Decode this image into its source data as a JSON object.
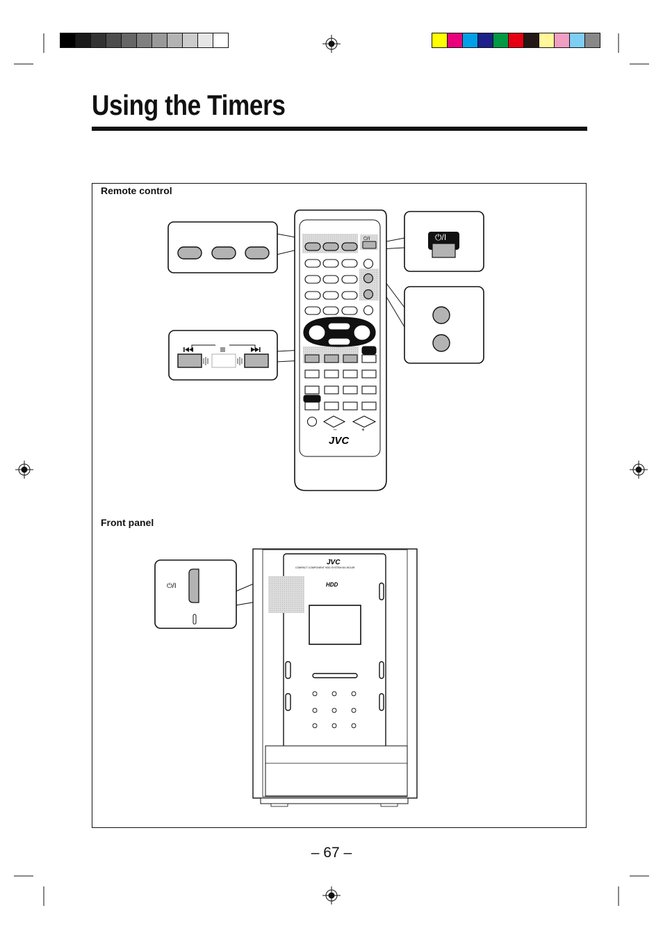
{
  "page": {
    "title": "Using the Timers",
    "page_number": "– 67 –"
  },
  "sections": {
    "remote_label": "Remote control",
    "front_label": "Front panel"
  },
  "remote": {
    "brand": "JVC",
    "power_symbol": "⏻/I",
    "minus": "–",
    "plus": "+"
  },
  "front_panel": {
    "brand": "JVC",
    "model_line": "COMPACT COMPONENT HDD SYSTEM NX-HD10R",
    "hdd_logo": "HDD",
    "power_symbol": "⏻/I"
  },
  "colors": {
    "callout_fill": "#d9d9d9",
    "button_fill": "#b3b3b3",
    "ink": "#111111"
  },
  "print_marks": {
    "gray_scale": [
      "#000000",
      "#1a1a1a",
      "#333333",
      "#4d4d4d",
      "#666666",
      "#808080",
      "#999999",
      "#b3b3b3",
      "#cccccc",
      "#e6e6e6",
      "#ffffff"
    ],
    "color_bar": [
      "#ffff00",
      "#e8007d",
      "#00a0e9",
      "#1d2088",
      "#009944",
      "#e60012",
      "#231815",
      "#fff799",
      "#f19ec2",
      "#7ecef4",
      "#888888"
    ]
  }
}
